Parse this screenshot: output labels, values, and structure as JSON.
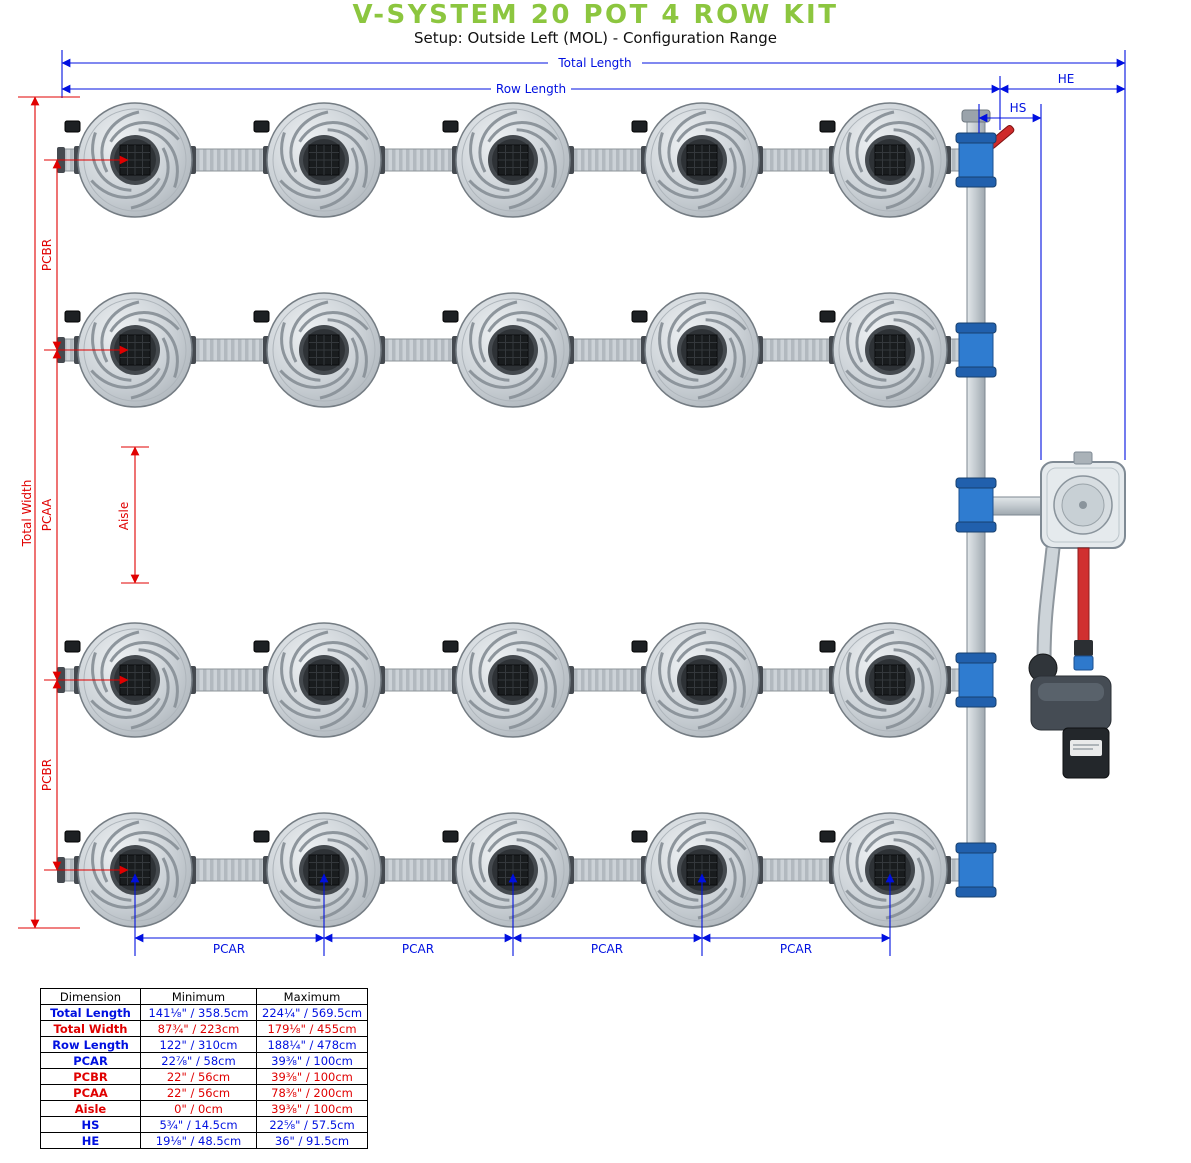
{
  "title": "V-SYSTEM 20 POT 4 ROW KIT",
  "subtitle": "Setup: Outside Left (MOL) - Configuration Range",
  "colors": {
    "dimension_blue": "#0010e0",
    "dimension_red": "#e00000",
    "title_green": "#8CC63F"
  },
  "annotations": {
    "total_length": "Total Length",
    "row_length": "Row Length",
    "he": "HE",
    "hs": "HS",
    "total_width": "Total Width",
    "pcbr": "PCBR",
    "pcaa": "PCAA",
    "aisle": "Aisle",
    "pcar": "PCAR"
  },
  "table": {
    "headers": [
      "Dimension",
      "Minimum",
      "Maximum"
    ],
    "rows": [
      {
        "label": "Total Length",
        "min": "141⅛\" / 358.5cm",
        "max": "224¼\" / 569.5cm",
        "color": "blue"
      },
      {
        "label": "Total Width",
        "min": "87¾\" / 223cm",
        "max": "179⅛\" / 455cm",
        "color": "red"
      },
      {
        "label": "Row Length",
        "min": "122\" / 310cm",
        "max": "188¼\" / 478cm",
        "color": "blue"
      },
      {
        "label": "PCAR",
        "min": "22⅞\" / 58cm",
        "max": "39⅜\" / 100cm",
        "color": "blue"
      },
      {
        "label": "PCBR",
        "min": "22\" / 56cm",
        "max": "39⅜\" / 100cm",
        "color": "red"
      },
      {
        "label": "PCAA",
        "min": "22\" / 56cm",
        "max": "78⅜\" / 200cm",
        "color": "red"
      },
      {
        "label": "Aisle",
        "min": "0\" / 0cm",
        "max": "39⅜\" / 100cm",
        "color": "red"
      },
      {
        "label": "HS",
        "min": "5¾\" / 14.5cm",
        "max": "22⅝\" / 57.5cm",
        "color": "blue"
      },
      {
        "label": "HE",
        "min": "19⅛\" / 48.5cm",
        "max": "36\" / 91.5cm",
        "color": "blue"
      }
    ]
  }
}
